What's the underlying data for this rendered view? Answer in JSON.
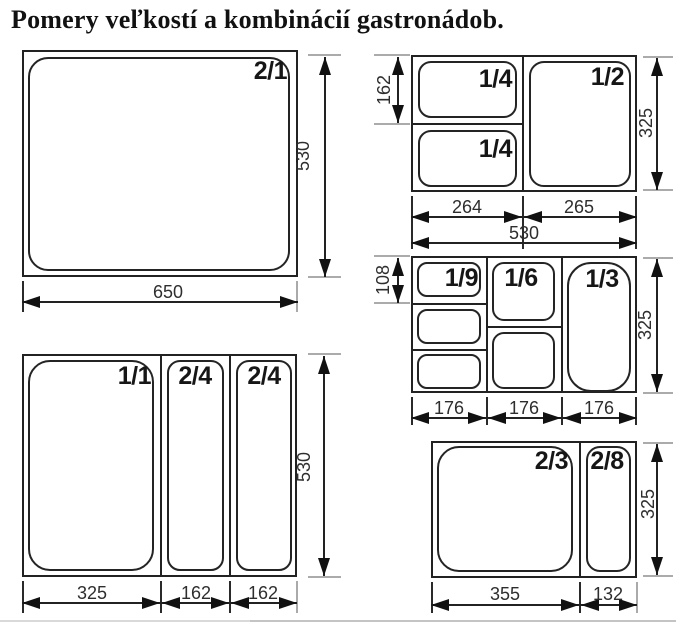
{
  "title": "Pomery veľkostí a kombinácií gastronádob.",
  "line_color": "#222222",
  "extension_line_color": "#aaaaaa",
  "diagrams": {
    "gn21": {
      "panels": {
        "p1": "2/1"
      },
      "dims": {
        "height": "530",
        "width": "650"
      }
    },
    "gn14_12": {
      "panels": {
        "p1": "1/4",
        "p2": "1/4",
        "p3": "1/2"
      },
      "dims": {
        "cell_height": "162",
        "height": "325",
        "w1": "264",
        "w2": "265",
        "total_width": "530"
      }
    },
    "gn19_16_13": {
      "panels": {
        "p1": "1/9",
        "p2": "1/6",
        "p3": "1/3"
      },
      "dims": {
        "cell_height": "108",
        "height": "325",
        "w1": "176",
        "w2": "176",
        "w3": "176"
      }
    },
    "gn11_24": {
      "panels": {
        "p1": "1/1",
        "p2": "2/4",
        "p3": "2/4"
      },
      "dims": {
        "height": "530",
        "w1": "325",
        "w2": "162",
        "w3": "162"
      }
    },
    "gn23_28": {
      "panels": {
        "p1": "2/3",
        "p2": "2/8"
      },
      "dims": {
        "height": "325",
        "w1": "355",
        "w2": "132"
      }
    }
  }
}
